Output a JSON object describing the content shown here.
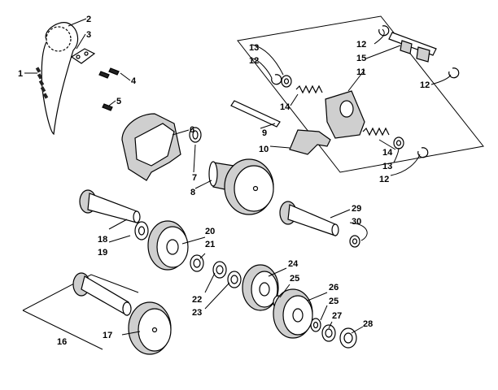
{
  "callouts": {
    "c1": "1",
    "c2": "2",
    "c3": "3",
    "c4": "4",
    "c5": "5",
    "c6": "6",
    "c7": "7",
    "c8": "8",
    "c9": "9",
    "c10": "10",
    "c11": "11",
    "c12a": "12",
    "c12b": "12",
    "c12c": "12",
    "c12d": "12",
    "c13a": "13",
    "c13b": "13",
    "c14a": "14",
    "c14b": "14",
    "c15": "15",
    "c16": "16",
    "c17": "17",
    "c18": "18",
    "c19": "19",
    "c20": "20",
    "c21": "21",
    "c22": "22",
    "c23": "23",
    "c24": "24",
    "c25a": "25",
    "c25b": "25",
    "c26": "26",
    "c27": "27",
    "c28": "28",
    "c29": "29",
    "c30": "30"
  }
}
